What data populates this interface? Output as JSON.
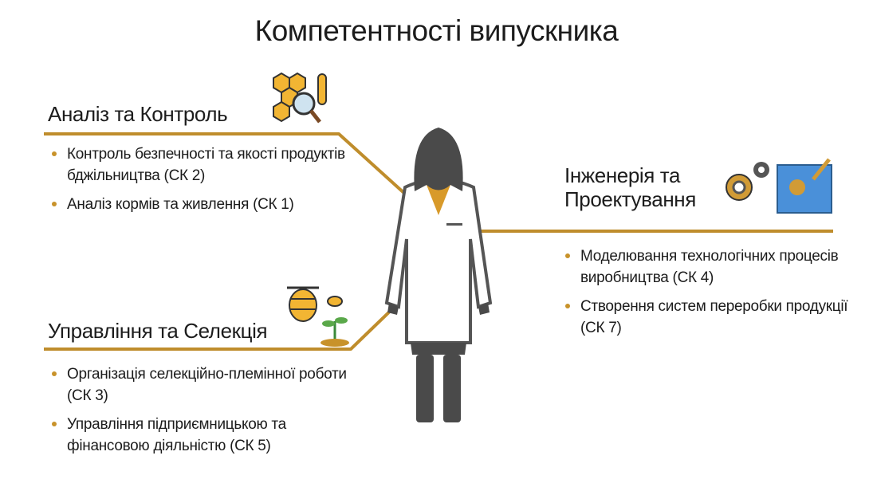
{
  "title": "Компетентності випускника",
  "colors": {
    "accent": "#bf8d2c",
    "text": "#1c1c1c",
    "figure": "#4a4a4a"
  },
  "sections": [
    {
      "heading": "Аналіз та Контроль",
      "icon": "honeycomb-magnifier-test-tube-icon",
      "items": [
        "Контроль безпечності та якості продуктів бджільництва (СК 2)",
        "Аналіз кормів та живлення (СК 1)"
      ]
    },
    {
      "heading_line1": "Інженерія та",
      "heading_line2": "Проектування",
      "icon": "gears-blueprint-icon",
      "items": [
        "Моделювання технологічних процесів виробництва (СК 4)",
        "Створення систем переробки продукції (СК 7)"
      ]
    },
    {
      "heading": "Управління та Селекція",
      "icon": "beehive-bee-plant-icon",
      "items": [
        "Організація селекційно-племінної роботи (СК 3)",
        "Управління підприємницькою та фінансовою діяльністю (СК 5)"
      ]
    }
  ]
}
